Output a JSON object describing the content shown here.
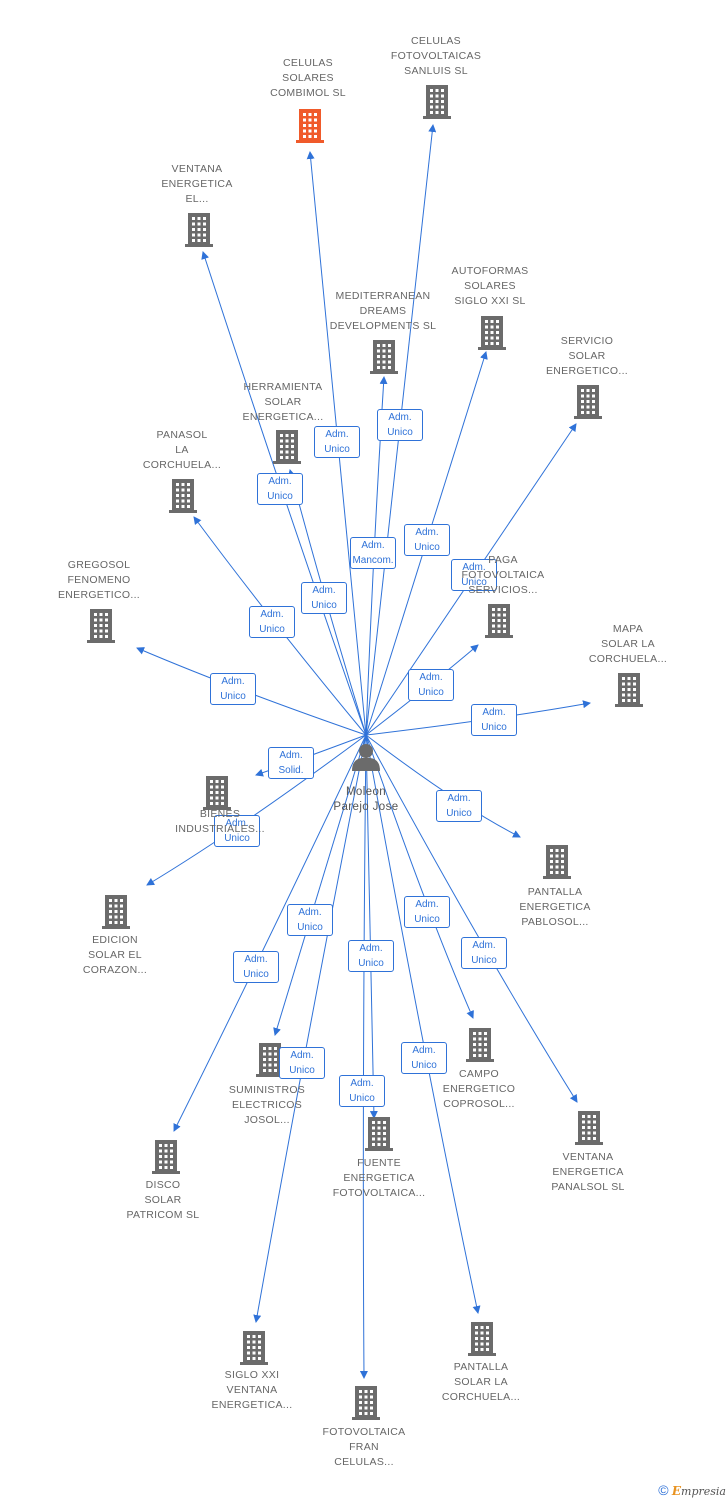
{
  "colors": {
    "edge": "#2f72d8",
    "building": "#6b6b6b",
    "highlight": "#f05a2a",
    "person": "#6b6b6b"
  },
  "center": {
    "name": "Moleon\nParejo Jose"
  },
  "nodes": [
    {
      "id": "n1",
      "label": "CELULAS\nSOLARES\nCOMBIMOL SL",
      "highlight": true
    },
    {
      "id": "n2",
      "label": "CELULAS\nFOTOVOLTAICAS\nSANLUIS SL"
    },
    {
      "id": "n3",
      "label": "VENTANA\nENERGETICA\nEL..."
    },
    {
      "id": "n4",
      "label": "MEDITERRANEAN\nDREAMS\nDEVELOPMENTS SL"
    },
    {
      "id": "n5",
      "label": "AUTOFORMAS\nSOLARES\nSIGLO XXI SL"
    },
    {
      "id": "n6",
      "label": "SERVICIO\nSOLAR\nENERGETICO..."
    },
    {
      "id": "n7",
      "label": "HERRAMIENTA\nSOLAR\nENERGETICA..."
    },
    {
      "id": "n8",
      "label": "PANASOL\nLA\nCORCHUELA..."
    },
    {
      "id": "n9",
      "label": "GREGOSOL\nFENOMENO\nENERGETICO..."
    },
    {
      "id": "n10",
      "label": "PAGA\nFOTOVOLTAICA\nSERVICIOS..."
    },
    {
      "id": "n11",
      "label": "MAPA\nSOLAR LA\nCORCHUELA..."
    },
    {
      "id": "n12",
      "label": "BIENES\nINDUSTRIALES..."
    },
    {
      "id": "n13",
      "label": "EDICION\nSOLAR EL\nCORAZON..."
    },
    {
      "id": "n14",
      "label": "PANTALLA\nENERGETICA\nPABLOSOL..."
    },
    {
      "id": "n15",
      "label": "SUMINISTROS\nELECTRICOS\nJOSOL..."
    },
    {
      "id": "n16",
      "label": "CAMPO\nENERGETICO\nCOPROSOL..."
    },
    {
      "id": "n17",
      "label": "FUENTE\nENERGETICA\nFOTOVOLTAICA..."
    },
    {
      "id": "n18",
      "label": "VENTANA\nENERGETICA\nPANALSOL SL"
    },
    {
      "id": "n19",
      "label": "DISCO\nSOLAR\nPATRICOM SL"
    },
    {
      "id": "n20",
      "label": "SIGLO XXI\nVENTANA\nENERGETICA..."
    },
    {
      "id": "n21",
      "label": "PANTALLA\nSOLAR LA\nCORCHUELA..."
    },
    {
      "id": "n22",
      "label": "FOTOVOLTAICA\nFRAN\nCELULAS..."
    }
  ],
  "edges": [
    {
      "target": "n1",
      "role": "Adm.\nUnico"
    },
    {
      "target": "n2",
      "role": "Adm.\nUnico"
    },
    {
      "target": "n3",
      "role": "Adm.\nUnico"
    },
    {
      "target": "n4",
      "role": "Adm.\nMancom."
    },
    {
      "target": "n5",
      "role": "Adm.\nUnico"
    },
    {
      "target": "n6",
      "role": "Adm.\nUnico"
    },
    {
      "target": "n7",
      "role": "Adm.\nUnico"
    },
    {
      "target": "n8",
      "role": "Adm.\nUnico"
    },
    {
      "target": "n9",
      "role": "Adm.\nUnico"
    },
    {
      "target": "n10",
      "role": "Adm.\nUnico"
    },
    {
      "target": "n11",
      "role": "Adm.\nUnico"
    },
    {
      "target": "n12",
      "role": "Adm.\nSolid."
    },
    {
      "target": "n13",
      "role": "Adm.\nUnico"
    },
    {
      "target": "n14",
      "role": "Adm.\nUnico"
    },
    {
      "target": "n15",
      "role": "Adm.\nUnico"
    },
    {
      "target": "n16",
      "role": "Adm.\nUnico"
    },
    {
      "target": "n17",
      "role": "Adm.\nUnico"
    },
    {
      "target": "n18",
      "role": "Adm.\nUnico"
    },
    {
      "target": "n19",
      "role": "Adm.\nUnico"
    },
    {
      "target": "n20",
      "role": "Adm.\nUnico"
    },
    {
      "target": "n21",
      "role": "Adm.\nUnico"
    },
    {
      "target": "n22",
      "role": "Adm.\nUnico"
    }
  ],
  "footer": {
    "copyright": "©",
    "brand_first": "E",
    "brand_rest": "mpresia"
  }
}
